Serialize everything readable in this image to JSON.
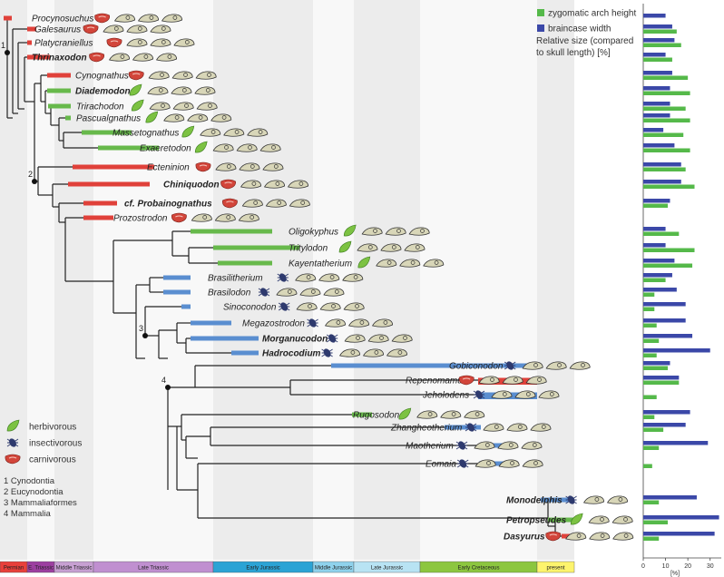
{
  "taxa": [
    {
      "name": "Procynosuchus",
      "bold": false,
      "diet": "carnivorous",
      "zyg": null,
      "brain": 10
    },
    {
      "name": "Galesaurus",
      "bold": false,
      "diet": "carnivorous",
      "zyg": 15,
      "brain": 13
    },
    {
      "name": "Platycraniellus",
      "bold": false,
      "diet": "carnivorous",
      "zyg": 17,
      "brain": 14
    },
    {
      "name": "Thrinaxodon",
      "bold": true,
      "diet": "carnivorous",
      "zyg": 13,
      "brain": 10
    },
    {
      "name": "Cynognathus",
      "bold": false,
      "diet": "carnivorous",
      "zyg": 20,
      "brain": 13
    },
    {
      "name": "Diademodon",
      "bold": true,
      "diet": "herbivorous",
      "zyg": 21,
      "brain": 12
    },
    {
      "name": "Trirachodon",
      "bold": false,
      "diet": "herbivorous",
      "zyg": 19,
      "brain": 12
    },
    {
      "name": "Pascualgnathus",
      "bold": false,
      "diet": "herbivorous",
      "zyg": 21,
      "brain": 12
    },
    {
      "name": "Massetognathus",
      "bold": false,
      "diet": "herbivorous",
      "zyg": 18,
      "brain": 9
    },
    {
      "name": "Exaeretodon",
      "bold": false,
      "diet": "herbivorous",
      "zyg": 21,
      "brain": 14
    },
    {
      "name": "Ecteninion",
      "bold": false,
      "diet": "carnivorous",
      "zyg": 19,
      "brain": 17
    },
    {
      "name": "Chiniquodon",
      "bold": true,
      "diet": "carnivorous",
      "zyg": 23,
      "brain": 17
    },
    {
      "name": "cf. Probainognathus",
      "bold": true,
      "diet": "carnivorous",
      "zyg": 11,
      "brain": 12
    },
    {
      "name": "Prozostrodon",
      "bold": false,
      "diet": "carnivorous",
      "zyg": null,
      "brain": null
    },
    {
      "name": "Oligokyphus",
      "bold": false,
      "diet": "herbivorous",
      "zyg": 16,
      "brain": 10
    },
    {
      "name": "Tritylodon",
      "bold": false,
      "diet": "herbivorous",
      "zyg": 23,
      "brain": 10
    },
    {
      "name": "Kayentatherium",
      "bold": false,
      "diet": "herbivorous",
      "zyg": 22,
      "brain": 14
    },
    {
      "name": "Brasilitherium",
      "bold": false,
      "diet": "insectivorous",
      "zyg": 10,
      "brain": 13
    },
    {
      "name": "Brasilodon",
      "bold": false,
      "diet": "insectivorous",
      "zyg": 5,
      "brain": 15
    },
    {
      "name": "Sinoconodon",
      "bold": false,
      "diet": "insectivorous",
      "zyg": 5,
      "brain": 19
    },
    {
      "name": "Megazostrodon",
      "bold": false,
      "diet": "insectivorous",
      "zyg": 6,
      "brain": 19
    },
    {
      "name": "Morganucodon",
      "bold": true,
      "diet": "insectivorous",
      "zyg": 7,
      "brain": 22
    },
    {
      "name": "Hadrocodium",
      "bold": true,
      "diet": "insectivorous",
      "zyg": 6,
      "brain": 30
    },
    {
      "name": "Gobiconodon",
      "bold": false,
      "diet": "insectivorous",
      "zyg": 11,
      "brain": 12
    },
    {
      "name": "Repenomamus",
      "bold": false,
      "diet": "carnivorous",
      "zyg": 16,
      "brain": 16
    },
    {
      "name": "Jeholodens",
      "bold": false,
      "diet": "insectivorous",
      "zyg": 6,
      "brain": null
    },
    {
      "name": "Rugosodon",
      "bold": false,
      "diet": "herbivorous",
      "zyg": 5,
      "brain": 21
    },
    {
      "name": "Zhangheotherium",
      "bold": false,
      "diet": "insectivorous",
      "zyg": 9,
      "brain": 19
    },
    {
      "name": "Maotherium",
      "bold": false,
      "diet": "insectivorous",
      "zyg": 7,
      "brain": 29
    },
    {
      "name": "Eomaia",
      "bold": false,
      "diet": "insectivorous",
      "zyg": 4,
      "brain": null
    },
    {
      "name": "Monodelphis",
      "bold": true,
      "diet": "insectivorous",
      "zyg": 7,
      "brain": 24
    },
    {
      "name": "Petropseudes",
      "bold": true,
      "diet": "herbivorous",
      "zyg": 11,
      "brain": 34
    },
    {
      "name": "Dasyurus",
      "bold": true,
      "diet": "carnivorous",
      "zyg": 7,
      "brain": 32
    }
  ],
  "diet_legend": [
    {
      "label": "herbivorous",
      "icon": "leaf-icon",
      "color": "#7cc242"
    },
    {
      "label": "insectivorous",
      "icon": "insect-icon",
      "color": "#2e3a6e"
    },
    {
      "label": "carnivorous",
      "icon": "meat-icon",
      "color": "#d2453a"
    }
  ],
  "node_legend": [
    "1  Cynodontia",
    "2  Eucynodontia",
    "3  Mammaliaformes",
    "4  Mammalia"
  ],
  "node_labels": [
    "1",
    "2",
    "3",
    "4"
  ],
  "periods": [
    {
      "label": "Permian",
      "color": "#e8403a"
    },
    {
      "label": "E. Triassic",
      "color": "#9c3fa0"
    },
    {
      "label": "Middle Triassic",
      "color": "#c7a0d2"
    },
    {
      "label": "Late Triassic",
      "color": "#c08fd0"
    },
    {
      "label": "Early Jurassic",
      "color": "#2ba3d5"
    },
    {
      "label": "Middle Jurassic",
      "color": "#8fd2ec"
    },
    {
      "label": "Late Jurassic",
      "color": "#b8e3f3"
    },
    {
      "label": "Early Cretaceous",
      "color": "#8cc63f"
    },
    {
      "label": "present",
      "color": "#fdf46d"
    }
  ],
  "chart_data": {
    "type": "bar",
    "orientation": "horizontal",
    "series": [
      {
        "name": "zygomatic arch height",
        "color": "#55b94a"
      },
      {
        "name": "braincase width",
        "color": "#3b48a8"
      }
    ],
    "note": "Relative size (compared to skull length) [%]",
    "xlabel": "[%]",
    "xticks": [
      0,
      10,
      20,
      30
    ],
    "xlim": [
      0,
      35
    ]
  },
  "colors": {
    "carnivore_bar": "#e0413a",
    "herbivore_bar": "#67b94b",
    "insectivore_bar": "#5a8ed0",
    "tree": "#222222"
  }
}
